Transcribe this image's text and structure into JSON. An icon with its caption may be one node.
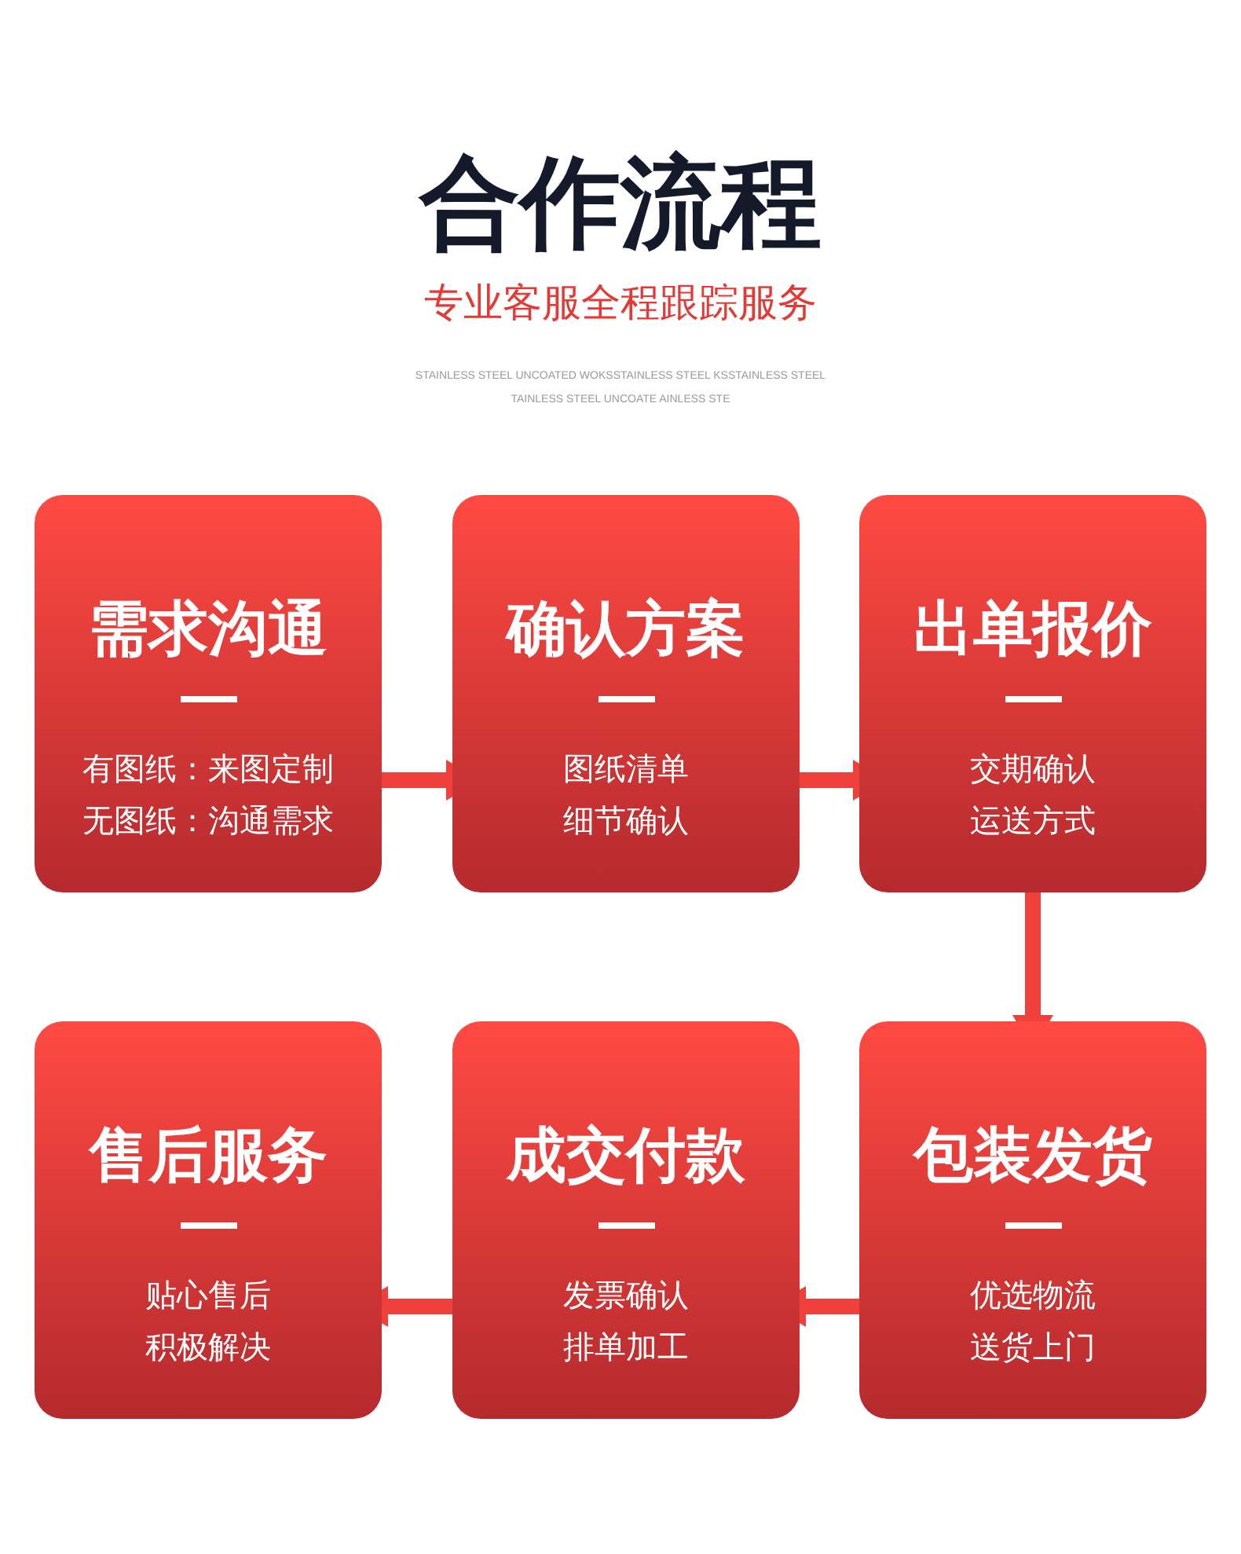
{
  "diagram": {
    "title": "合作流程",
    "nodes": [
      {
        "text": [
          "需求沟通",
          "有图纸：来图定制",
          "无图纸：沟通需求"
        ]
      },
      {
        "text": [
          "确认方案",
          "图纸清单",
          "细节确认"
        ]
      },
      {
        "text": [
          "出单报价",
          "交期确认",
          "运送方式"
        ]
      },
      {
        "text": [
          "售后服务",
          "贴心售后",
          "积极解决"
        ]
      },
      {
        "text": [
          "成交付款",
          "发票确认",
          "排单加工"
        ]
      },
      {
        "text": [
          "包装发货",
          "优选物流",
          "送货上门"
        ]
      }
    ],
    "edges": [
      {
        "from": 0,
        "to": 1,
        "arrow": "to"
      },
      {
        "from": 1,
        "to": 2,
        "arrow": "to"
      },
      {
        "from": 2,
        "to": 5,
        "arrow": "to"
      },
      {
        "from": 5,
        "to": 4,
        "arrow": "to"
      },
      {
        "from": 4,
        "to": 3,
        "arrow": "to"
      }
    ],
    "labels": [
      "专业客服全程跟踪服务",
      "STAINLESS STEEL UNCOATED WOKSSTAINLESS STEEL KSSTAINLESS STEEL",
      "TAINLESS STEEL UNCOATE AINLESS STE"
    ]
  }
}
